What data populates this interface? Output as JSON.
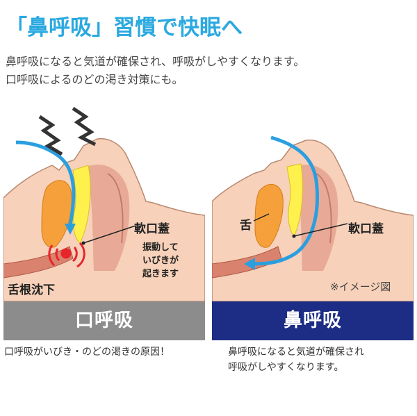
{
  "title": "「鼻呼吸」習慣で快眠へ",
  "intro": {
    "line1": "鼻呼吸になると気道が確保され、呼吸がしやすくなります。",
    "line2": "口呼吸によるのどの渇き対策にも。"
  },
  "left_panel": {
    "label_palate": "軟口蓋",
    "vibration_note": [
      "振動して",
      "いびきが",
      "起きます"
    ],
    "label_tongue_drop": "舌根沈下",
    "banner": "口呼吸",
    "caption": "口呼吸がいびき・のどの渇きの原因！"
  },
  "right_panel": {
    "label_tongue": "舌",
    "label_palate": "軟口蓋",
    "image_note": "※イメージ図",
    "banner": "鼻呼吸",
    "caption_line1": "鼻呼吸になると気道が確保され",
    "caption_line2": "呼吸がしやすくなります。"
  },
  "colors": {
    "title_blue": "#2aa9e0",
    "mouth_banner": "#8c8c8c",
    "nose_banner": "#1d2c85",
    "skin": "#f7d1ba",
    "tongue": "#f5a03a",
    "palate": "#fff14d",
    "airflow": "#2a9fe0",
    "vibration": "#e8242c"
  },
  "icons": {
    "snore_zigzag": "zigzag-icon",
    "airflow_arrow": "arrow-icon",
    "vibration_waves": "vibration-waves-icon"
  }
}
